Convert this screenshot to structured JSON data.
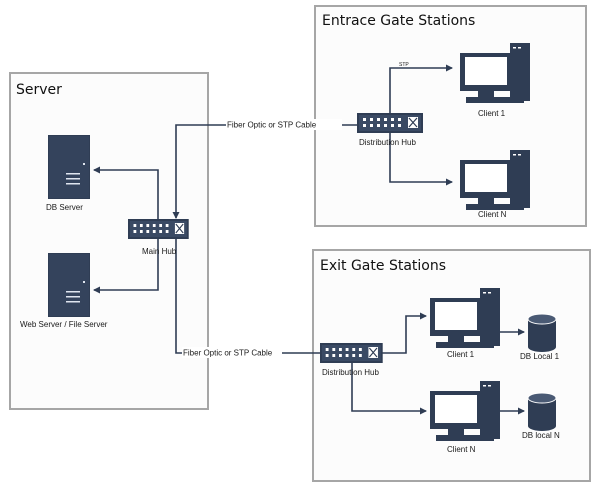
{
  "groups": {
    "entrance": "Entrace Gate Stations",
    "server": "Server",
    "exit": "Exit Gate Stations"
  },
  "nodes": {
    "db_server": "DB Server",
    "web_server": "Web Server / File Server",
    "main_hub": "Main Hub",
    "entrance_hub": "Distribution Hub",
    "entrance_client_1": "Client 1",
    "entrance_client_n": "Client N",
    "exit_hub": "Distribution Hub",
    "exit_client_1": "Client 1",
    "exit_client_n": "Client N",
    "db_local_1": "DB Local 1",
    "db_local_n": "DB local N"
  },
  "links": {
    "upper_cable": "Fiber Optic or STP Cable",
    "lower_cable": "Fiber Optic or STP Cable",
    "stp": "STP"
  },
  "icons": {
    "server": "server-tower-icon",
    "hub": "network-hub-icon",
    "client": "desktop-computer-icon",
    "database": "database-cylinder-icon"
  },
  "colors": {
    "device": "#2f3d54",
    "box_border": "#a6a6a6"
  }
}
